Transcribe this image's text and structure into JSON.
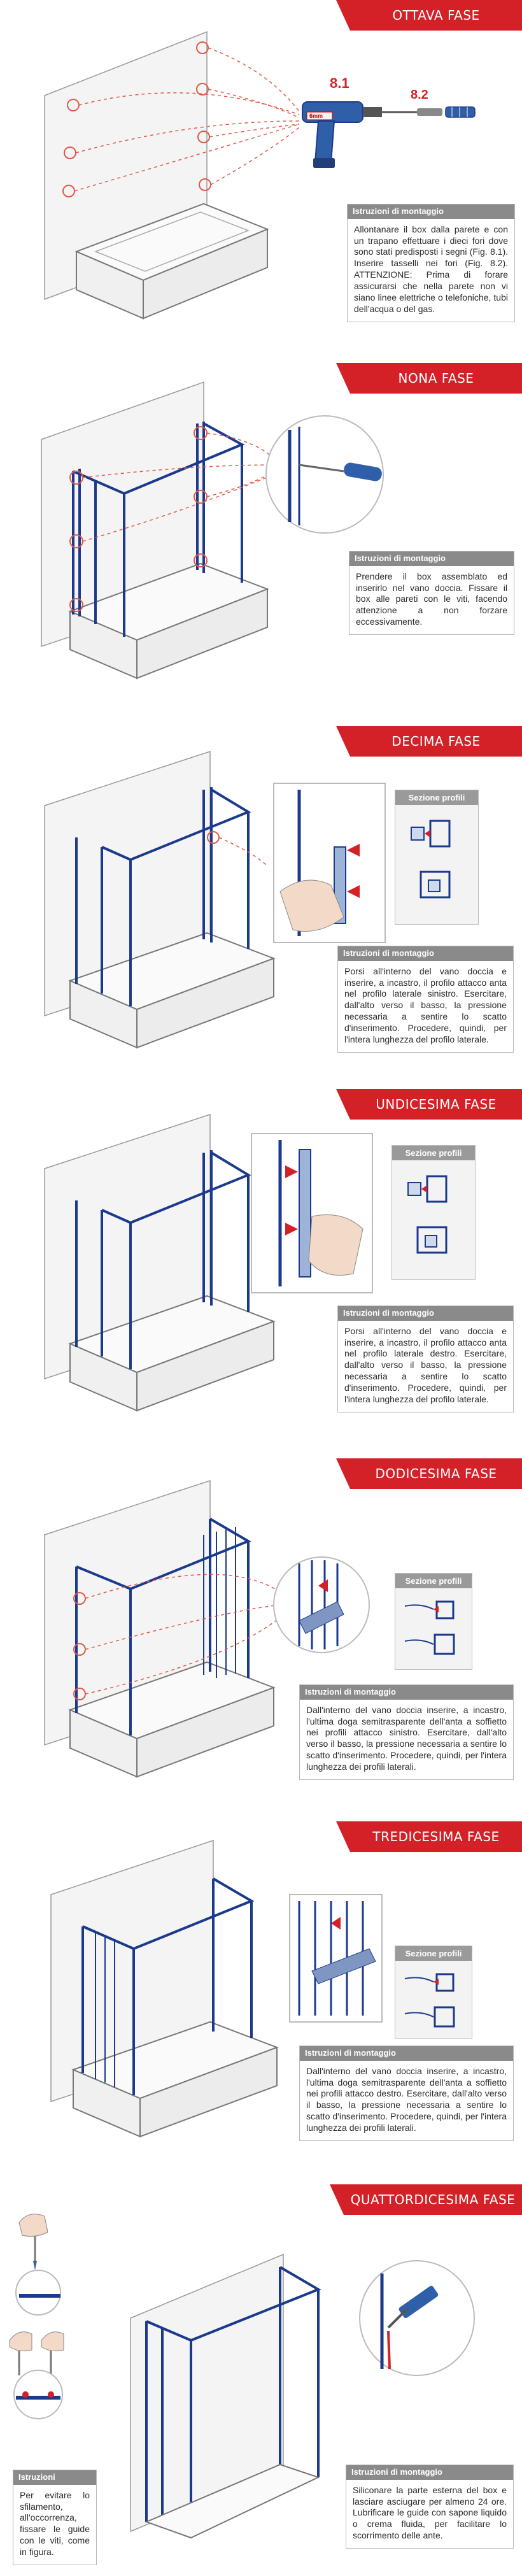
{
  "phases": [
    {
      "title": "OTTAVA FASE",
      "heading": "Istruzioni di montaggio",
      "text": "Allontanare il box dalla parete e con un trapano effettuare i dieci fori dove sono stati predisposti i segni (Fig. 8.1). Inserire tasselli nei fori (Fig. 8.2). ATTENZIONE: Prima di forare assicurarsi che nella parete non vi siano linee elettriche o telefoniche, tubi dell'acqua o del gas.",
      "fig1": "8.1",
      "fig2": "8.2",
      "drill_brand": "6mm"
    },
    {
      "title": "NONA FASE",
      "heading": "Istruzioni di montaggio",
      "text": "Prendere il box assemblato ed inserirlo nel vano doccia. Fissare il box alle pareti con le viti, facendo attenzione a non forzare eccessivamente."
    },
    {
      "title": "DECIMA FASE",
      "heading": "Istruzioni di montaggio",
      "section": "Sezione profili",
      "text": "Porsi all'interno del vano doccia e inserire, a incastro, il profilo attacco anta nel profilo laterale sinistro. Esercitare, dall'alto verso il basso, la pressione necessaria a sentire lo scatto d'inserimento. Procedere, quindi, per l'intera lunghezza del profilo laterale."
    },
    {
      "title": "UNDICESIMA FASE",
      "heading": "Istruzioni di montaggio",
      "section": "Sezione profili",
      "text": "Porsi all'interno del vano doccia e inserire, a incastro, il profilo attacco anta nel profilo laterale destro. Esercitare, dall'alto verso il basso, la pressione necessaria a sentire lo scatto d'inserimento. Procedere, quindi, per l'intera lunghezza del profilo laterale."
    },
    {
      "title": "DODICESIMA FASE",
      "heading": "Istruzioni di montaggio",
      "section": "Sezione profili",
      "text": "Dall'interno del vano doccia inserire, a incastro, l'ultima doga semitrasparente dell'anta a soffietto nei profili attacco sinistro. Esercitare, dall'alto verso il basso, la pressione necessaria a sentire lo scatto d'inserimento. Procedere, quindi, per l'intera lunghezza dei profili laterali."
    },
    {
      "title": "TREDICESIMA FASE",
      "heading": "Istruzioni di montaggio",
      "section": "Sezione profili",
      "text": "Dall'interno del vano doccia inserire, a incastro, l'ultima doga semitrasparente dell'anta a soffietto nei profili attacco destro. Esercitare, dall'alto verso il basso, la pressione necessaria a sentire lo scatto d'inserimento. Procedere, quindi, per l'intera lunghezza dei profili laterali."
    },
    {
      "title": "QUATTORDICESIMA FASE",
      "heading": "Istruzioni di montaggio",
      "text": "Siliconare la parte esterna del box e lasciare asciugare per almeno 24 ore. Lubrificare le guide con sapone liquido o crema fluida, per facilitare lo scorrimento delle ante.",
      "side_heading": "Istruzioni",
      "side_text": "Per evitare lo sfilamento, all'occorrenza, fissare le guide con le viti, come in figura."
    }
  ],
  "colors": {
    "accent": "#d42027",
    "frame": "#1b3a8c",
    "dash": "#e05a4a"
  }
}
